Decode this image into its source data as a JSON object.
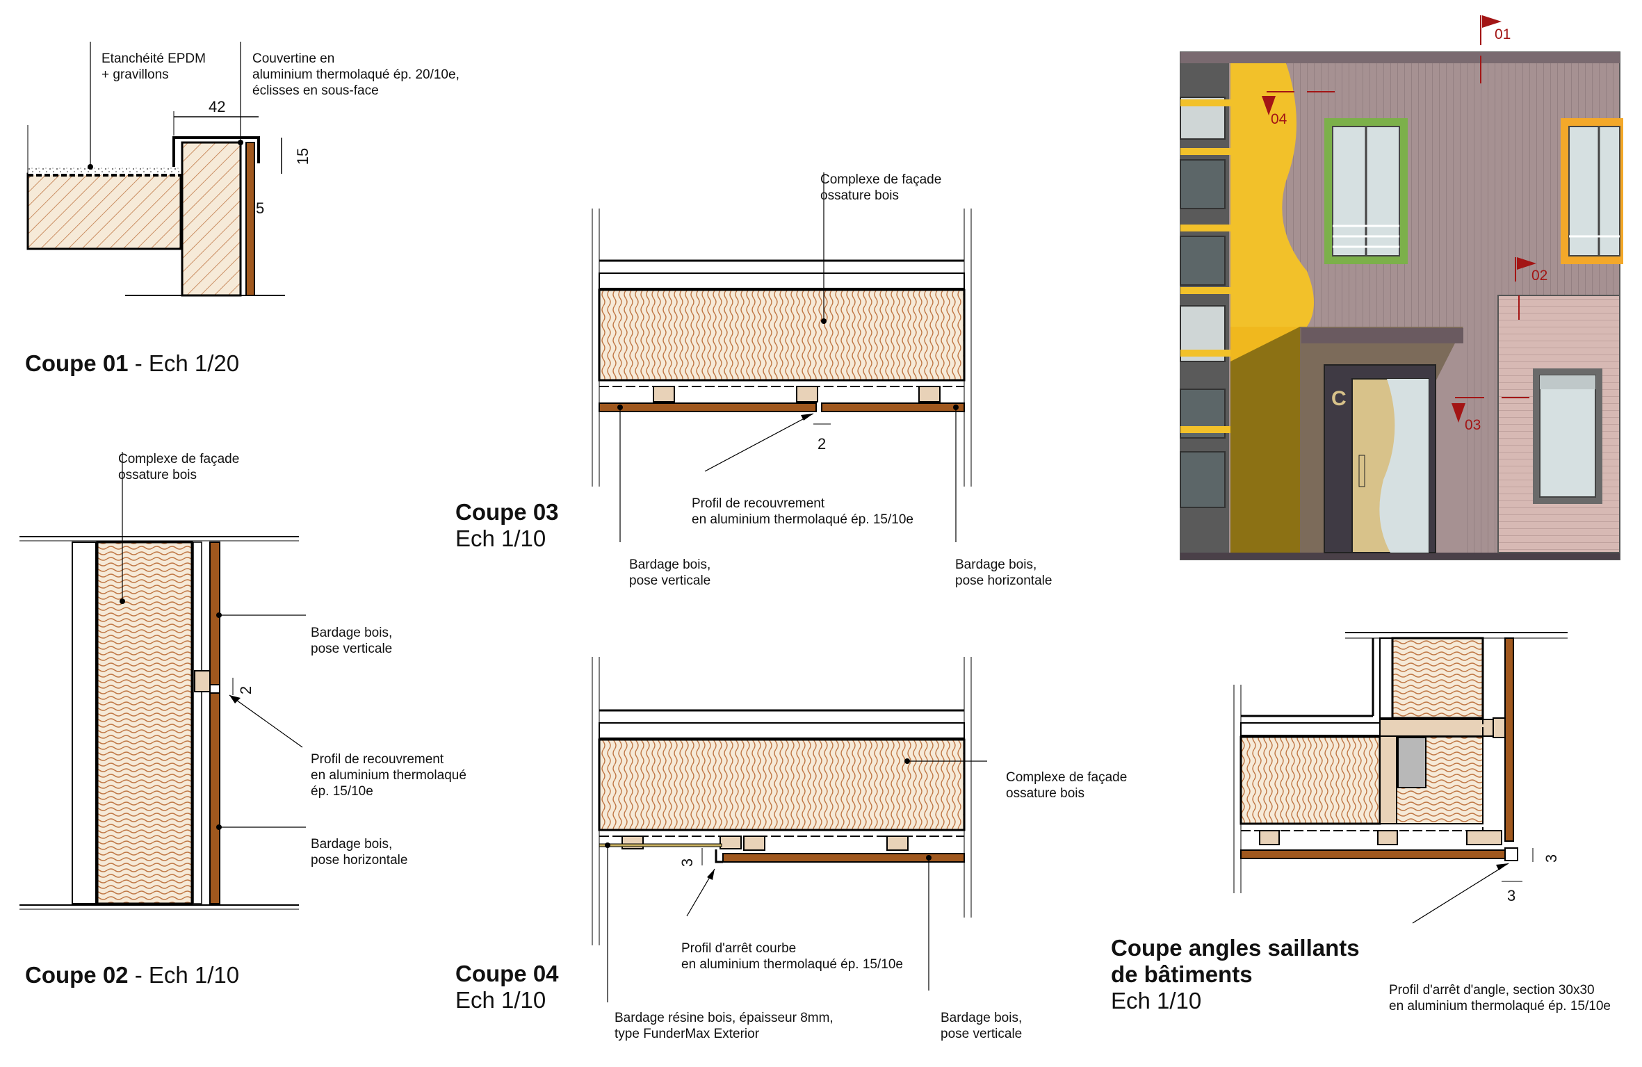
{
  "colors": {
    "wood": "#a0581e",
    "insulation": "#f6ead8",
    "squiggle": "#c07846",
    "facade_mauve": "#a69192",
    "facade_yellow": "#f2c12a",
    "facade_pink": "#d7b9b4",
    "window_green": "#7cb04a",
    "window_orange": "#f3a82a",
    "glass": "#d6e0e1",
    "section_marker": "#a31515"
  },
  "coupe01": {
    "title_bold": "Coupe 01",
    "title_rest": " - Ech 1/20",
    "label_epdm": [
      "Etanchéité EPDM",
      "+ gravillons"
    ],
    "label_couvertine": [
      "Couvertine en",
      "aluminium thermolaqué ép. 20/10e,",
      "éclisses en sous-face"
    ],
    "dim_42": "42",
    "dim_15": "15",
    "dim_5": "5"
  },
  "coupe02": {
    "title_bold": "Coupe 02",
    "title_rest": " - Ech 1/10",
    "label_complexe": [
      "Complexe de façade",
      "ossature bois"
    ],
    "label_bardage_v": [
      "Bardage bois,",
      "pose verticale"
    ],
    "label_profil": [
      "Profil de recouvrement",
      "en aluminium thermolaqué",
      "ép. 15/10e"
    ],
    "label_bardage_h": [
      "Bardage bois,",
      "pose horizontale"
    ],
    "dim_2": "2"
  },
  "coupe03": {
    "title_bold": "Coupe 03",
    "title_rest": "Ech 1/10",
    "label_complexe": [
      "Complexe de façade",
      "ossature bois"
    ],
    "label_profil": [
      "Profil de recouvrement",
      "en aluminium thermolaqué ép. 15/10e"
    ],
    "label_bardage_v": [
      "Bardage bois,",
      "pose verticale"
    ],
    "label_bardage_h": [
      "Bardage bois,",
      "pose horizontale"
    ],
    "dim_2": "2"
  },
  "coupe04": {
    "title_bold": "Coupe 04",
    "title_rest": "Ech 1/10",
    "label_complexe": [
      "Complexe de façade",
      "ossature bois"
    ],
    "label_profil": [
      "Profil d'arrêt courbe",
      "en aluminium thermolaqué ép. 15/10e"
    ],
    "label_resine": [
      "Bardage résine bois, épaisseur 8mm,",
      "type FunderMax Exterior"
    ],
    "label_bardage_v": [
      "Bardage bois,",
      "pose verticale"
    ],
    "dim_3": "3"
  },
  "angle": {
    "title_bold_1": "Coupe angles saillants",
    "title_bold_2": "de bâtiments",
    "title_rest": "Ech 1/10",
    "label_profil": [
      "Profil d'arrêt d'angle, section 30x30",
      "en aluminium thermolaqué ép. 15/10e"
    ],
    "dim_3a": "3",
    "dim_3b": "3"
  },
  "elevation": {
    "marker_01": "01",
    "marker_02": "02",
    "marker_03": "03",
    "marker_04": "04",
    "door_letter": "C"
  }
}
